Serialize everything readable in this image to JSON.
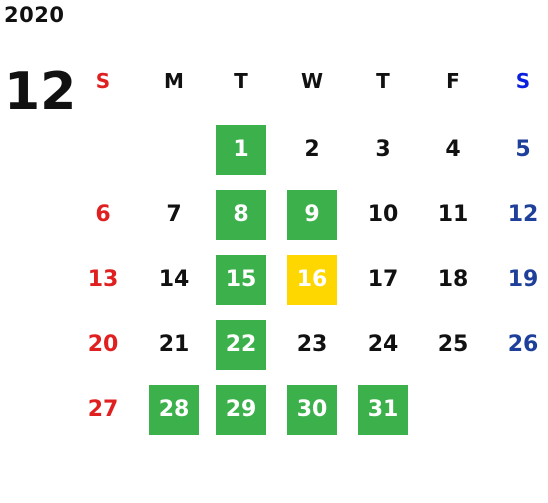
{
  "calendar": {
    "year": "2020",
    "month": "12",
    "weekdays": [
      "S",
      "M",
      "T",
      "W",
      "T",
      "F",
      "S"
    ],
    "colors": {
      "sunday": "#e02020",
      "saturday": "#1e3f9a",
      "weekday": "#111111",
      "weekday_header_saturday": "#0a1fe0",
      "highlight_green": "#3bb04b",
      "highlight_yellow": "#ffd700",
      "highlight_text": "#ffffff"
    },
    "weeks": [
      [
        null,
        null,
        {
          "day": "1",
          "highlight": "green"
        },
        {
          "day": "2"
        },
        {
          "day": "3"
        },
        {
          "day": "4"
        },
        {
          "day": "5"
        }
      ],
      [
        {
          "day": "6"
        },
        {
          "day": "7"
        },
        {
          "day": "8",
          "highlight": "green"
        },
        {
          "day": "9",
          "highlight": "green"
        },
        {
          "day": "10"
        },
        {
          "day": "11"
        },
        {
          "day": "12"
        }
      ],
      [
        {
          "day": "13"
        },
        {
          "day": "14"
        },
        {
          "day": "15",
          "highlight": "green"
        },
        {
          "day": "16",
          "highlight": "yellow"
        },
        {
          "day": "17"
        },
        {
          "day": "18"
        },
        {
          "day": "19"
        }
      ],
      [
        {
          "day": "20"
        },
        {
          "day": "21"
        },
        {
          "day": "22",
          "highlight": "green"
        },
        {
          "day": "23"
        },
        {
          "day": "24"
        },
        {
          "day": "25"
        },
        {
          "day": "26"
        }
      ],
      [
        {
          "day": "27"
        },
        {
          "day": "28",
          "highlight": "green"
        },
        {
          "day": "29",
          "highlight": "green"
        },
        {
          "day": "30",
          "highlight": "green"
        },
        {
          "day": "31",
          "highlight": "green"
        },
        null,
        null
      ]
    ]
  }
}
